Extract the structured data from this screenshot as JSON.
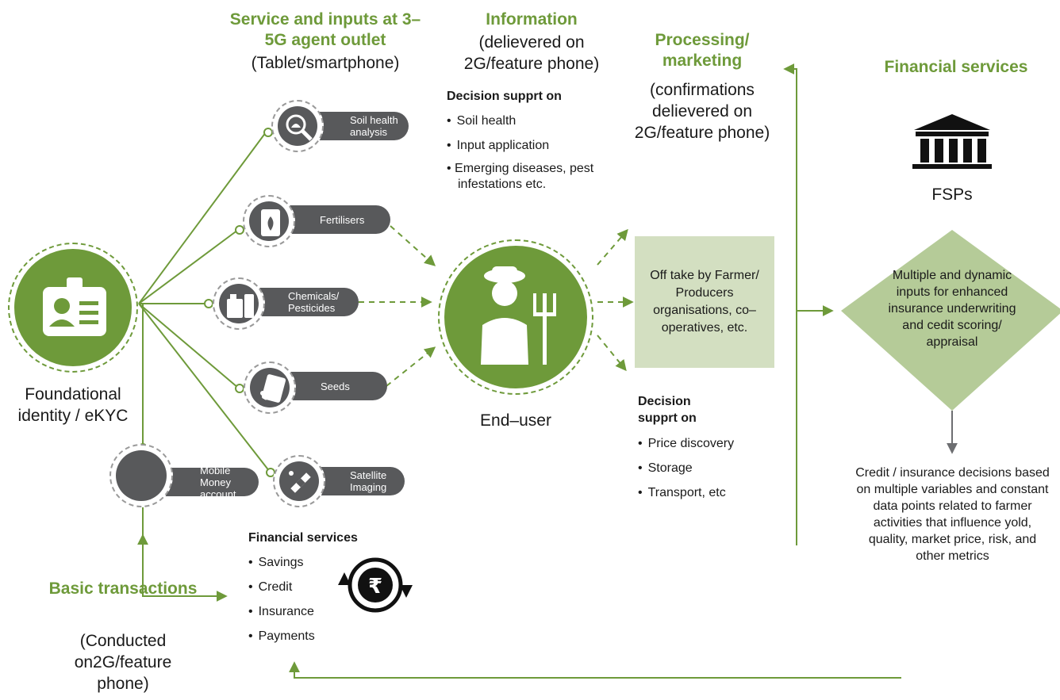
{
  "titles": {
    "agent_outlet_title": "Service and inputs at 3–5G agent outlet",
    "agent_outlet_sub": "(Tablet/smartphone)",
    "information_title": "Information",
    "information_sub": "(delievered on 2G/feature phone)",
    "processing_title": "Processing/ marketing",
    "processing_sub": "(confirmations delievered on 2G/feature phone)",
    "financial_title": "Financial services",
    "basic_title": "Basic transactions",
    "basic_sub": "(Conducted on2G/feature phone)"
  },
  "identity": {
    "label": "Foundational identity / eKYC"
  },
  "mobile_money": {
    "label": "Mobile Money account"
  },
  "services": [
    {
      "label": "Soil health analysis",
      "icon": "soil-test-icon"
    },
    {
      "label": "Fertilisers",
      "icon": "fertiliser-bag-icon"
    },
    {
      "label": "Chemicals/ Pesticides",
      "icon": "pesticide-icon"
    },
    {
      "label": "Seeds",
      "icon": "seed-packet-icon"
    },
    {
      "label": "Satellite Imaging",
      "icon": "satellite-icon"
    }
  ],
  "info_support": {
    "heading": "Decision supprt on",
    "items": [
      "Soil health",
      "Input application",
      "Emerging diseases, pest infestations etc."
    ]
  },
  "end_user": {
    "label": "End–user"
  },
  "offtake": {
    "text": "Off take by Farmer/ Producers organisations, co–operatives, etc."
  },
  "market_support": {
    "heading": "Decision supprt on",
    "items": [
      "Price discovery",
      "Storage",
      "Transport, etc"
    ]
  },
  "fsps": {
    "label": "FSPs"
  },
  "diamond": {
    "text": "Multiple and dynamic inputs for enhanced insurance underwriting and cedit scoring/ appraisal"
  },
  "credit_decisions": {
    "text": "Credit / insurance decisions based on multiple variables and constant data points related to farmer activities that influence yold, quality, market price, risk, and other metrics"
  },
  "financial_services_list": {
    "heading": "Financial services",
    "items": [
      "Savings",
      "Credit",
      "Insurance",
      "Payments"
    ]
  },
  "colors": {
    "green": "#6e9a3a",
    "grey": "#58595b",
    "light_green": "#d3dfc1",
    "diamond": "#b5cb98"
  }
}
